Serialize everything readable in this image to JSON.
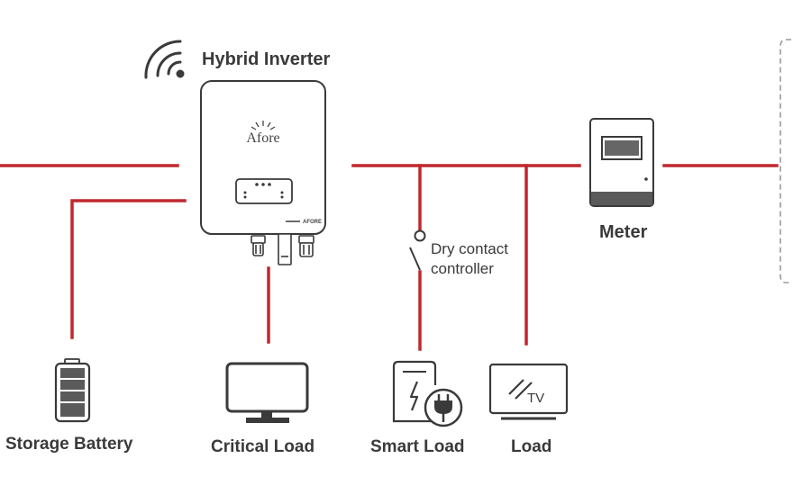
{
  "labels": {
    "inverter": "Hybrid Inverter",
    "meter": "Meter",
    "battery": "Storage Battery",
    "critical_load": "Critical Load",
    "smart_load": "Smart Load",
    "load": "Load",
    "dry_contact_line1": "Dry contact",
    "dry_contact_line2": "controller"
  },
  "device_text": {
    "brand": "Afore",
    "inverter_tag": "AFORE",
    "tv": "TV"
  },
  "icons": {
    "wifi": "wifi-icon",
    "inverter": "inverter-icon",
    "meter": "meter-icon",
    "battery": "battery-icon",
    "monitor": "monitor-icon",
    "smart_plug": "smart-plug-icon",
    "tv": "tv-icon",
    "switch": "switch-icon"
  },
  "colors": {
    "wire": "#c0282e",
    "outline": "#3a3a3a",
    "dashed_box": "#9a9a9a"
  }
}
